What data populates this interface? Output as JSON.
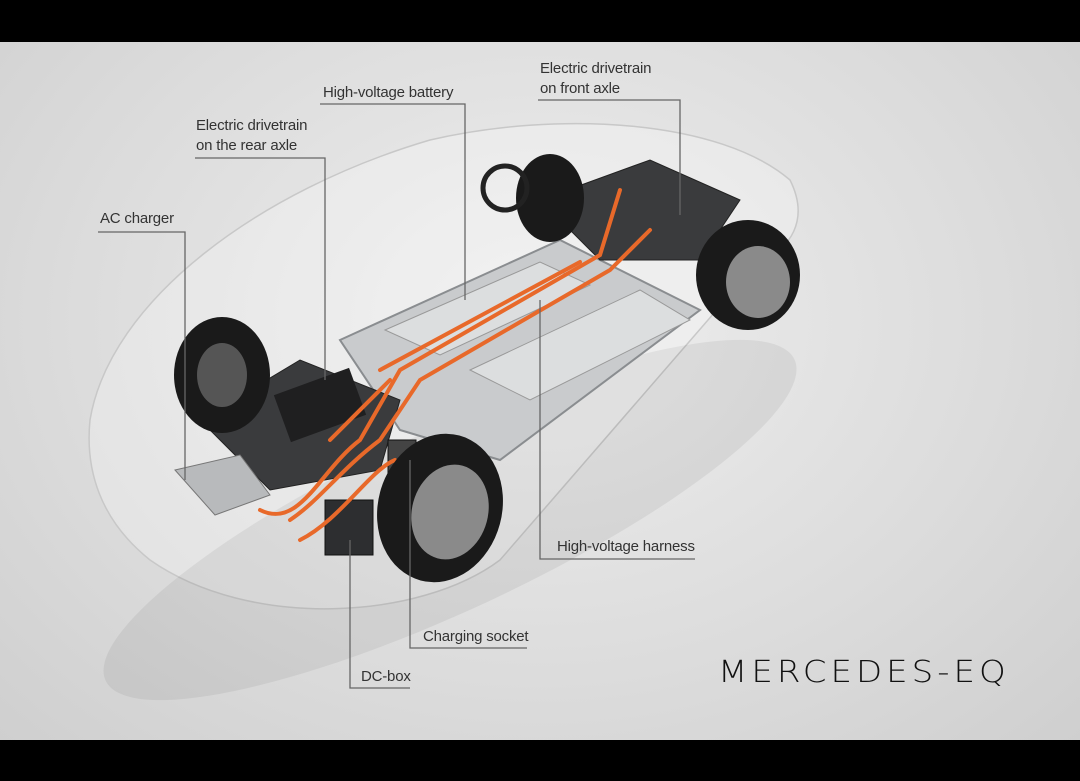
{
  "labels": {
    "hv_battery": "High-voltage battery",
    "front_drivetrain_1": "Electric drivetrain",
    "front_drivetrain_2": "on front axle",
    "rear_drivetrain_1": "Electric drivetrain",
    "rear_drivetrain_2": "on the rear axle",
    "ac_charger": "AC charger",
    "hv_harness": "High-voltage harness",
    "charging_socket": "Charging socket",
    "dc_box": "DC-box"
  },
  "brand": {
    "logo_text": "MERCEDES-EQ"
  },
  "colors": {
    "cable": "#e8692a",
    "background": "#dedede",
    "line": "#666666"
  }
}
